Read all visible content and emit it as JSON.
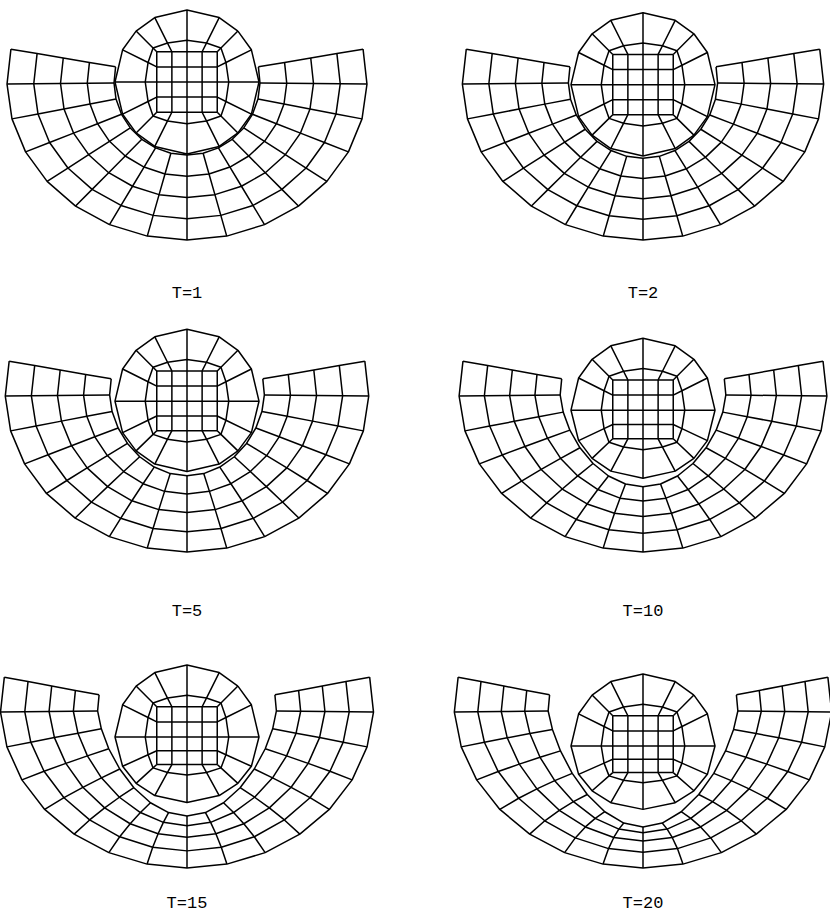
{
  "diagram": {
    "labels": [
      "T=1",
      "T=2",
      "T=5",
      "T=10",
      "T=15",
      "T=20"
    ]
  }
}
